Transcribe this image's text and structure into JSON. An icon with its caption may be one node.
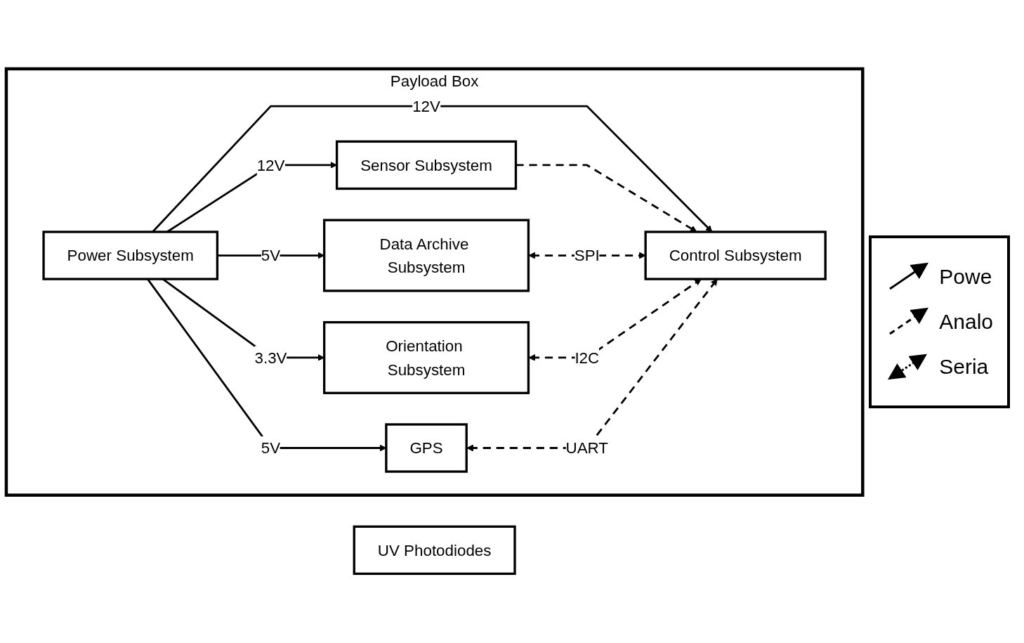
{
  "diagram": {
    "nodes": [
      {
        "text": [
          "UV Photodiodes"
        ]
      },
      {
        "text": [
          "Payload Box"
        ]
      },
      {
        "text": [
          "Power Subsystem"
        ],
        "in": 1
      },
      {
        "text": [
          "Data Archive Subsystem"
        ],
        "in": 1
      },
      {
        "text": [
          "Sensor Subsystem"
        ],
        "in": 1
      },
      {
        "text": [
          "Orientation Subsystem"
        ],
        "in": 1
      },
      {
        "text": [
          "GPS"
        ],
        "in": 1
      },
      {
        "text": [
          "Control Subsystem"
        ],
        "in": 1
      }
    ],
    "edges": [
      {
        "from": 2,
        "to": 3,
        "arrow": "to",
        "label": "5V"
      },
      {
        "from": 2,
        "to": 4,
        "arrow": "to",
        "label": "12V"
      },
      {
        "from": 2,
        "to": 5,
        "arrow": "to",
        "label": "3.3V"
      },
      {
        "from": 2,
        "to": 6,
        "arrow": "to",
        "label": "5V"
      },
      {
        "from": 2,
        "to": 7,
        "arrow": "to",
        "label": "12V"
      },
      {
        "from": 4,
        "to": 7,
        "arrow": "to",
        "style": "dashed"
      },
      {
        "from": 3,
        "to": 7,
        "arrow": "both",
        "label": "SPI",
        "style": "dashed"
      },
      {
        "from": 5,
        "to": 7,
        "arrow": "both",
        "label": "I2C",
        "style": "dashed"
      },
      {
        "from": 6,
        "to": 7,
        "arrow": "both",
        "label": "UART",
        "style": "dashed"
      }
    ],
    "legend": [
      {
        "text": "Powe"
      },
      {
        "text": "Analo"
      },
      {
        "text": "Seria"
      }
    ]
  }
}
